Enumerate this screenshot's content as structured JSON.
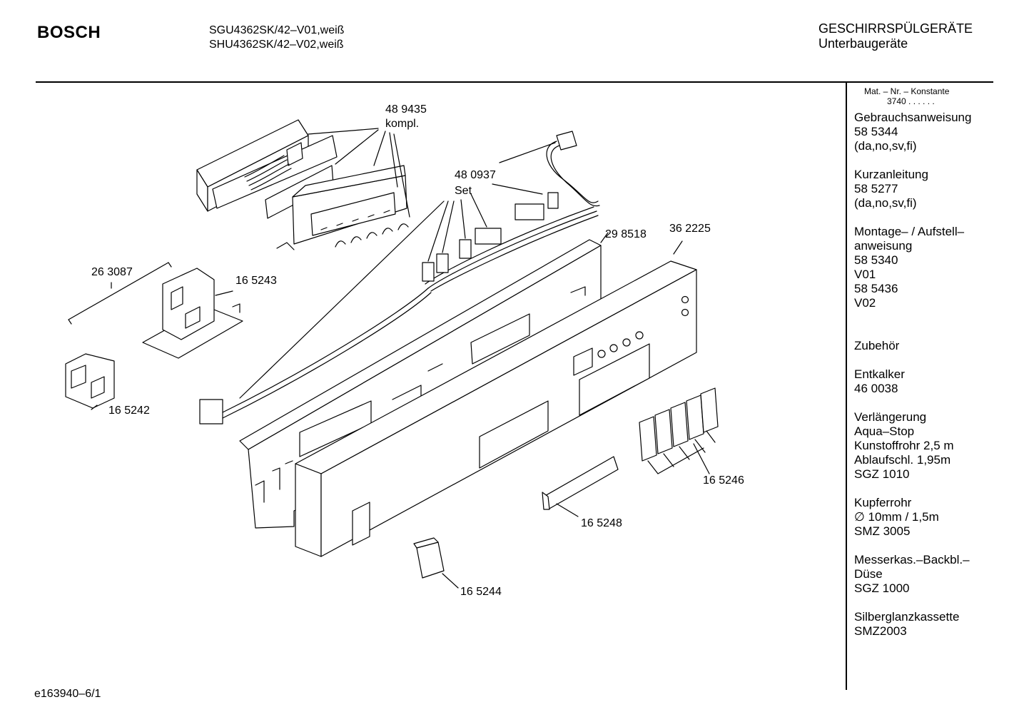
{
  "header": {
    "brand": "BOSCH",
    "models": [
      "SGU4362SK/42–V01,weiß",
      "SHU4362SK/42–V02,weiß"
    ],
    "category": [
      "GESCHIRRSPÜLGERÄTE",
      "Unterbaugeräte"
    ]
  },
  "callouts": {
    "c489435": "48 9435",
    "kompl": "kompl.",
    "c480937": "48 0937",
    "set": "Set",
    "c298518": "29 8518",
    "c362225": "36 2225",
    "c263087": "26 3087",
    "c165243": "16 5243",
    "c165242": "16 5242",
    "c165246": "16 5246",
    "c165248": "16 5248",
    "c165244": "16 5244"
  },
  "sidebar": {
    "mat_label": "Mat. – Nr. – Konstante",
    "mat_value": "3740  .  .    .  .  .  .",
    "blocks": [
      [
        "Gebrauchsanweisung",
        "58 5344",
        "(da,no,sv,fi)"
      ],
      [
        "Kurzanleitung",
        "58 5277",
        "(da,no,sv,fi)"
      ],
      [
        "Montage– / Aufstell–",
        "anweisung",
        "58 5340",
        "V01",
        "58 5436",
        "V02"
      ],
      [
        "Zubehör"
      ],
      [
        "Entkalker",
        "46 0038"
      ],
      [
        "Verlängerung",
        "Aqua–Stop",
        "Kunstoffrohr 2,5 m",
        "Ablaufschl. 1,95m",
        "SGZ 1010"
      ],
      [
        "Kupferrohr",
        "∅ 10mm / 1,5m",
        "SMZ 3005"
      ],
      [
        "Messerkas.–Backbl.–",
        "Düse",
        "SGZ 1000"
      ],
      [
        "Silberglanzkassette",
        "SMZ2003"
      ]
    ]
  },
  "footer": {
    "code": "e163940–6/1"
  }
}
